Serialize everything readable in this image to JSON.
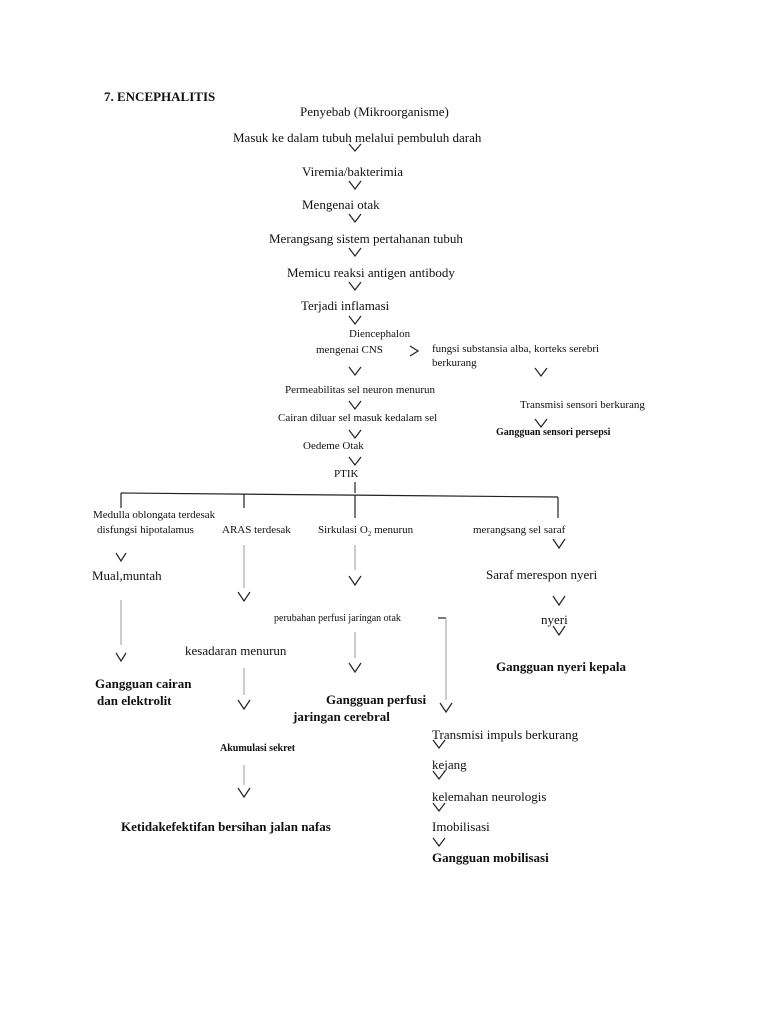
{
  "title": "7. ENCEPHALITIS",
  "chain": {
    "n1": "Penyebab (Mikroorganisme)",
    "n2": "Masuk ke dalam tubuh melalui pembuluh darah",
    "n3": "Viremia/bakterimia",
    "n4": "Mengenai otak",
    "n5": "Merangsang sistem pertahanan tubuh",
    "n6": "Memicu reaksi antigen antibody",
    "n7": "Terjadi inflamasi",
    "n8": "Diencephalon",
    "n9": "mengenai CNS",
    "n10": "Permeabilitas sel neuron menurun",
    "n11": "Cairan diluar sel masuk kedalam sel",
    "n12": "Oedeme Otak",
    "n13": "PTIK"
  },
  "right_branch": {
    "r1": "fungsi substansia alba, korteks serebri",
    "r2": "berkurang",
    "r3": "Transmisi   sensori berkurang",
    "r4": "Gangguan sensori persepsi"
  },
  "branches": {
    "a1": "Medulla oblongata terdesak",
    "a2": "disfungsi hipotalamus",
    "a3": "Mual,muntah",
    "a4a": "Gangguan cairan",
    "a4b": "dan elektrolit",
    "b1": "ARAS terdesak",
    "b2": "kesadaran menurun",
    "b3": "Akumulasi  sekret",
    "b4": "Ketidakefektifan bersihan jalan nafas",
    "c1": "Sirkulasi O",
    "c1sub": "2",
    "c1rest": " menurun",
    "c2": "perubahan perfusi jaringan otak",
    "c3a": "Gangguan perfusi",
    "c3b": "jaringan cerebral",
    "d1": "merangsang sel saraf",
    "d2": "Saraf merespon nyeri",
    "d3": "nyeri",
    "d4": "Gangguan nyeri kepala",
    "e1": "Transmisi impuls berkurang",
    "e2": "kejang",
    "e3": "kelemahan neurologis",
    "e4": "Imobilisasi",
    "e5": "Gangguan mobilisasi"
  }
}
